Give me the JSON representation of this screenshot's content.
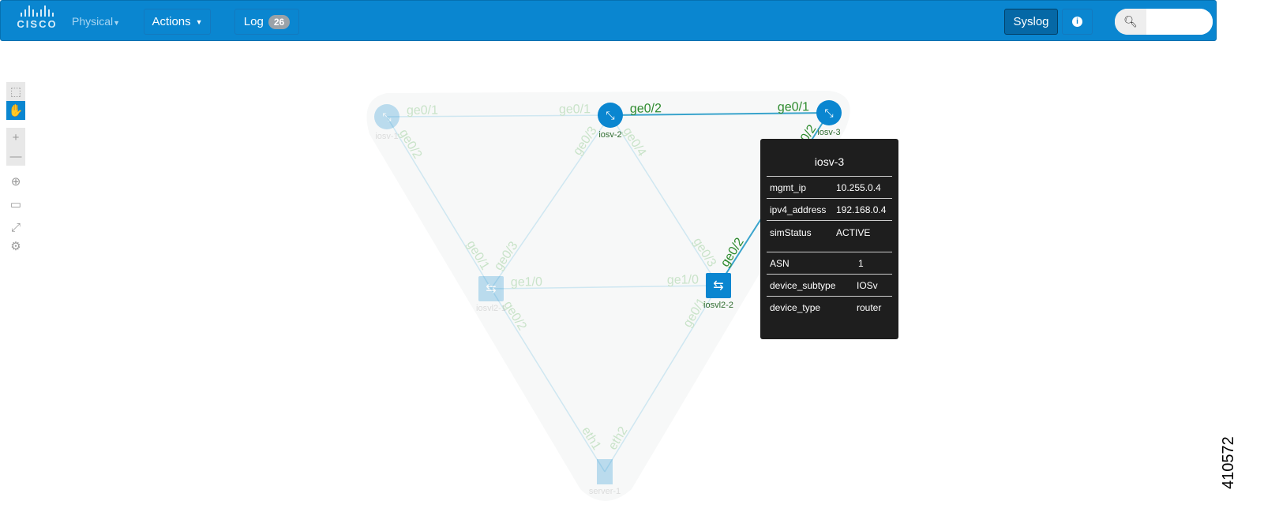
{
  "navbar": {
    "brand": "CISCO",
    "perspective": "Physical",
    "actions": "Actions",
    "log": "Log",
    "log_count": "26",
    "syslog": "Syslog",
    "search_placeholder": ""
  },
  "toolbar": [
    "select-icon",
    "pan-icon",
    "zoom-in-icon",
    "zoom-out-icon",
    "zoom-region-icon",
    "fit-icon",
    "fullscreen-icon",
    "settings-icon"
  ],
  "colors": {
    "accent": "#0a86d0",
    "active_link": "#3aa4cc",
    "faded_link": "#cfe7f1",
    "active_label": "#2e8b2e",
    "faded_label": "#c9e3c9"
  },
  "topology": {
    "nodes": [
      {
        "id": "iosv-1",
        "type": "router",
        "active": false
      },
      {
        "id": "iosv-2",
        "type": "router",
        "active": true
      },
      {
        "id": "iosv-3",
        "type": "router",
        "active": true
      },
      {
        "id": "iosvl2-1",
        "type": "switch",
        "active": false
      },
      {
        "id": "iosvl2-2",
        "type": "switch",
        "active": true
      },
      {
        "id": "server-1",
        "type": "server",
        "active": false
      }
    ],
    "links": [
      {
        "a": "iosv-1",
        "ai": "ge0/1",
        "b": "iosv-2",
        "bi": "ge0/1",
        "active": false
      },
      {
        "a": "iosv-2",
        "ai": "ge0/2",
        "b": "iosv-3",
        "bi": "ge0/1",
        "active": true
      },
      {
        "a": "iosv-1",
        "ai": "ge0/2",
        "b": "iosvl2-1",
        "bi": "ge0/1",
        "active": false
      },
      {
        "a": "iosv-2",
        "ai": "ge0/3",
        "b": "iosvl2-1",
        "bi": "ge0/3",
        "active": false
      },
      {
        "a": "iosv-2",
        "ai": "ge0/4",
        "b": "iosvl2-2",
        "bi": "ge0/3",
        "active": false
      },
      {
        "a": "iosv-3",
        "ai": "ge0/2",
        "b": "iosvl2-2",
        "bi": "ge0/2",
        "active": true
      },
      {
        "a": "iosvl2-1",
        "ai": "ge1/0",
        "b": "iosvl2-2",
        "bi": "ge1/0",
        "active": false
      },
      {
        "a": "iosvl2-1",
        "ai": "ge0/2",
        "b": "server-1",
        "bi": "eth1",
        "active": false
      },
      {
        "a": "iosvl2-2",
        "ai": "ge0/1",
        "b": "server-1",
        "bi": "eth2",
        "active": false
      }
    ]
  },
  "tooltip": {
    "title": "iosv-3",
    "rows": [
      {
        "k": "mgmt_ip",
        "v": "10.255.0.4"
      },
      {
        "k": "ipv4_address",
        "v": "192.168.0.4"
      },
      {
        "k": "simStatus",
        "v": "ACTIVE"
      },
      {
        "k": "ASN",
        "v": "1"
      },
      {
        "k": "device_subtype",
        "v": "IOSv"
      },
      {
        "k": "device_type",
        "v": "router"
      }
    ]
  },
  "figure_number": "410572"
}
